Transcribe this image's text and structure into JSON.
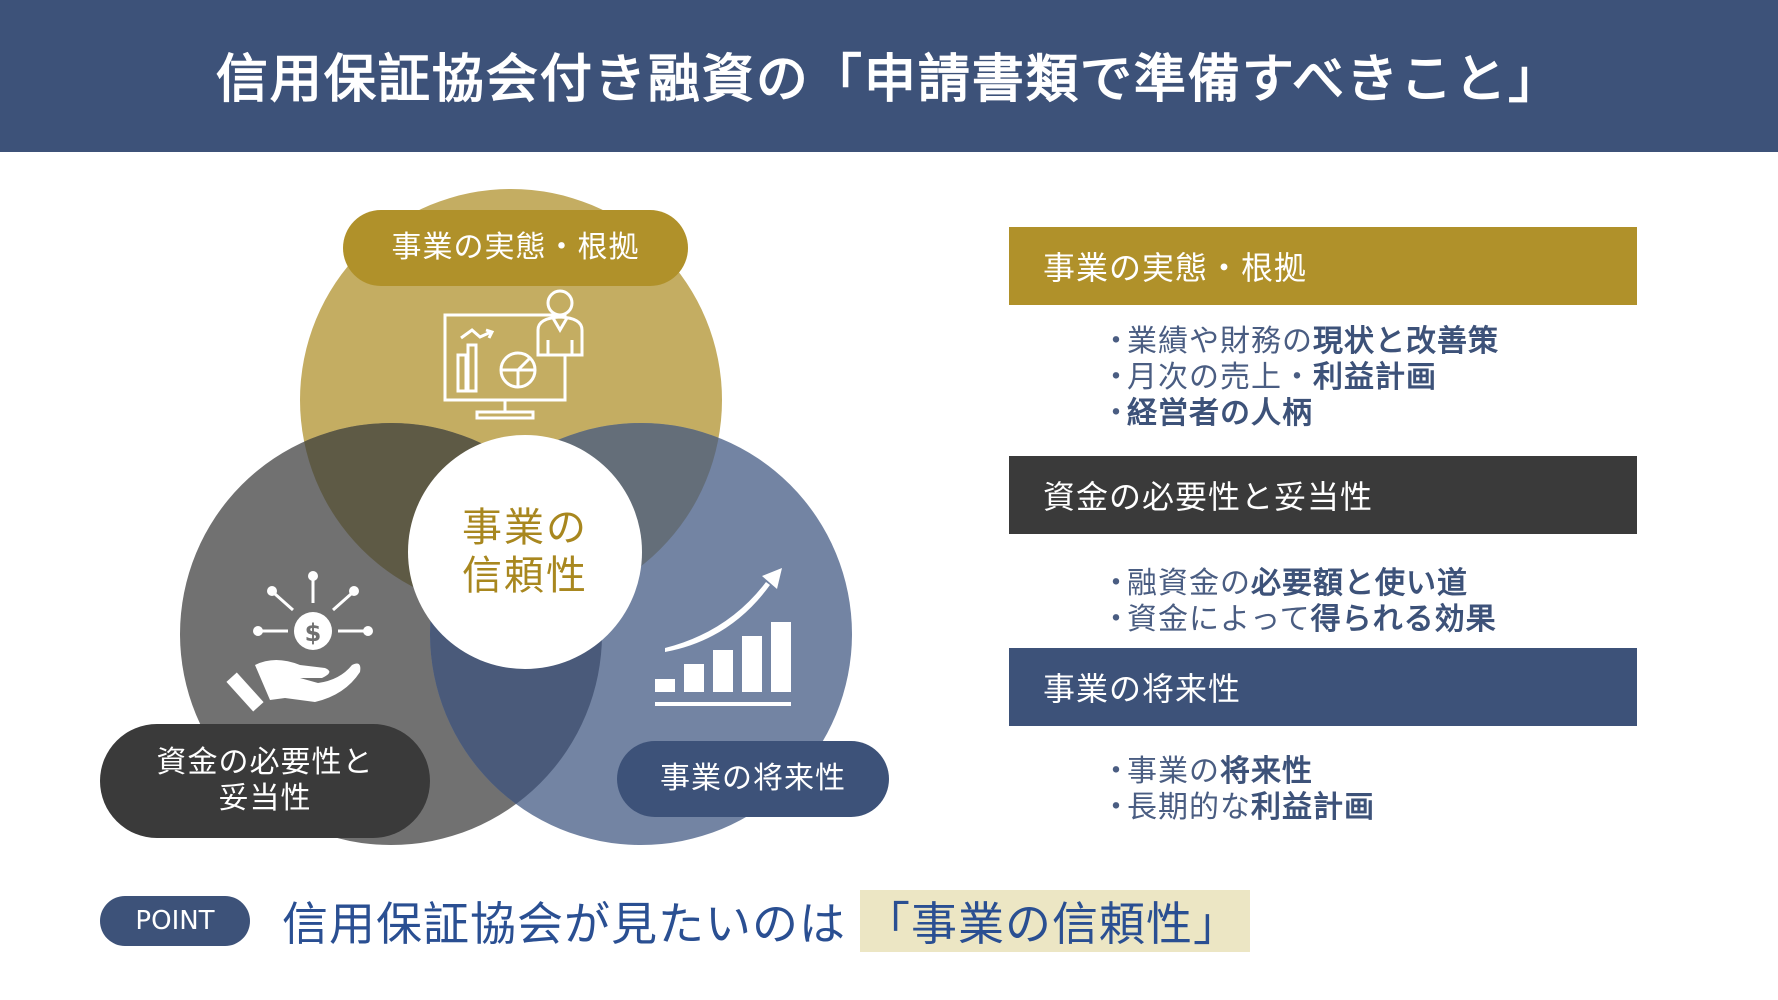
{
  "header": {
    "title": "信用保証協会付き融資の「申請書類で準備すべきこと」",
    "bg_color": "#3d5279"
  },
  "venn": {
    "center_label": [
      "事業の",
      "信頼性"
    ],
    "circles": [
      {
        "id": "top",
        "label": "事業の実態・根拠",
        "color": "#c4ad62",
        "pill_color": "#b0912a",
        "icon": "presentation-monitor-icon"
      },
      {
        "id": "left",
        "label_lines": [
          "資金の必要性と",
          "妥当性"
        ],
        "color": "#707070",
        "pill_color": "#3a3a3a",
        "icon": "hand-money-icon"
      },
      {
        "id": "right",
        "label": "事業の将来性",
        "color": "#7384a3",
        "pill_color": "#3d5279",
        "icon": "growth-chart-icon"
      }
    ]
  },
  "cards": [
    {
      "title": "事業の実態・根拠",
      "color": "#b0912a",
      "bullets": [
        {
          "plain": "業績や財務の",
          "bold": "現状と改善策"
        },
        {
          "plain": "月次の売上・",
          "bold": "利益計画"
        },
        {
          "plain": "",
          "bold": "経営者の人柄"
        }
      ]
    },
    {
      "title": "資金の必要性と妥当性",
      "color": "#3a3a3a",
      "bullets": [
        {
          "plain": "融資金の",
          "bold": "必要額と使い道"
        },
        {
          "plain": "資金によって",
          "bold": "得られる効果"
        }
      ]
    },
    {
      "title": "事業の将来性",
      "color": "#3d5279",
      "bullets": [
        {
          "plain": "事業の",
          "bold": "将来性"
        },
        {
          "plain": "長期的な",
          "bold": "利益計画"
        }
      ]
    }
  ],
  "bullet_char": "・",
  "point": {
    "badge": "POINT",
    "text": "信用保証協会が見たいのは",
    "highlight": "「事業の信頼性」"
  }
}
